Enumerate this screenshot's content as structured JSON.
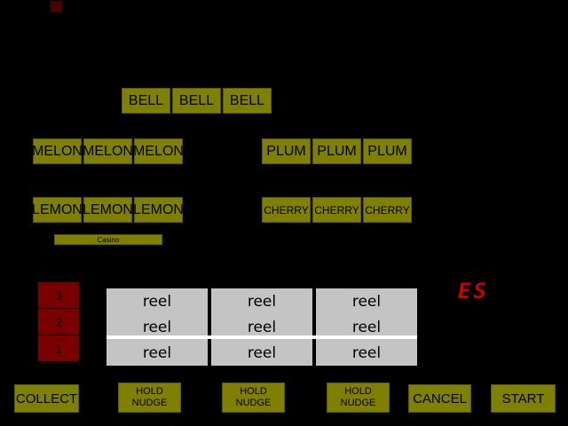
{
  "colors": {
    "background": "#000000",
    "panel": "#808000",
    "reel_bg": "#c4c4c4",
    "winline_bg": "#7a0000",
    "display_red": "#c80000",
    "payline": "#ffffff"
  },
  "paytable": {
    "bell": [
      "BELL",
      "BELL",
      "BELL"
    ],
    "melon": [
      "MELON",
      "MELON",
      "MELON"
    ],
    "plum": [
      "PLUM",
      "PLUM",
      "PLUM"
    ],
    "lemon": [
      "LEMON",
      "LEMON",
      "LEMON"
    ],
    "cherry": [
      "CHERRY",
      "CHERRY",
      "CHERRY"
    ]
  },
  "casino_label": "Casino",
  "winlines": [
    "3",
    "2",
    "1"
  ],
  "reels": [
    {
      "cells": [
        "reel",
        "reel",
        "reel"
      ]
    },
    {
      "cells": [
        "reel",
        "reel",
        "reel"
      ]
    },
    {
      "cells": [
        "reel",
        "reel",
        "reel"
      ]
    }
  ],
  "display": {
    "value": "ES"
  },
  "buttons": {
    "collect": "COLLECT",
    "hold1": {
      "line1": "HOLD",
      "line2": "NUDGE"
    },
    "hold2": {
      "line1": "HOLD",
      "line2": "NUDGE"
    },
    "hold3": {
      "line1": "HOLD",
      "line2": "NUDGE"
    },
    "cancel": "CANCEL",
    "start": "START"
  }
}
